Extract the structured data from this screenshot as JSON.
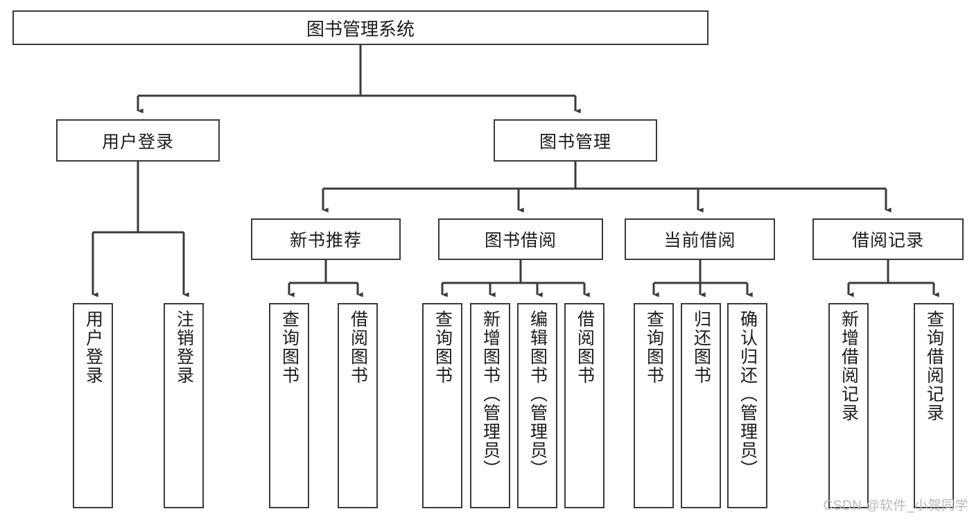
{
  "diagram": {
    "title": "图书管理系统",
    "type": "tree-hierarchy-diagram",
    "colors": {
      "stroke": "#3a3a3a",
      "fill": "#ffffff",
      "text": "#1b1b1b",
      "watermark": "#b9b9b9"
    },
    "watermark": "CSDN @软件_小贺同学",
    "root": {
      "label": "图书管理系统"
    },
    "level2": [
      {
        "label": "用户登录"
      },
      {
        "label": "图书管理"
      }
    ],
    "level3": [
      {
        "label": "新书推荐"
      },
      {
        "label": "图书借阅"
      },
      {
        "label": "当前借阅"
      },
      {
        "label": "借阅记录"
      }
    ],
    "leaves": {
      "user_login": [
        {
          "label": "用户登录"
        },
        {
          "label": "注销登录"
        }
      ],
      "new_book_recommend": [
        {
          "label": "查询图书"
        },
        {
          "label": "借阅图书"
        }
      ],
      "book_borrow": [
        {
          "label": "查询图书"
        },
        {
          "label": "新增图书（管理员）"
        },
        {
          "label": "编辑图书（管理员）"
        },
        {
          "label": "借阅图书"
        }
      ],
      "current_borrow": [
        {
          "label": "查询图书"
        },
        {
          "label": "归还图书"
        },
        {
          "label": "确认归还（管理员）"
        }
      ],
      "borrow_record": [
        {
          "label": "新增借阅记录"
        },
        {
          "label": "查询借阅记录"
        }
      ]
    }
  }
}
